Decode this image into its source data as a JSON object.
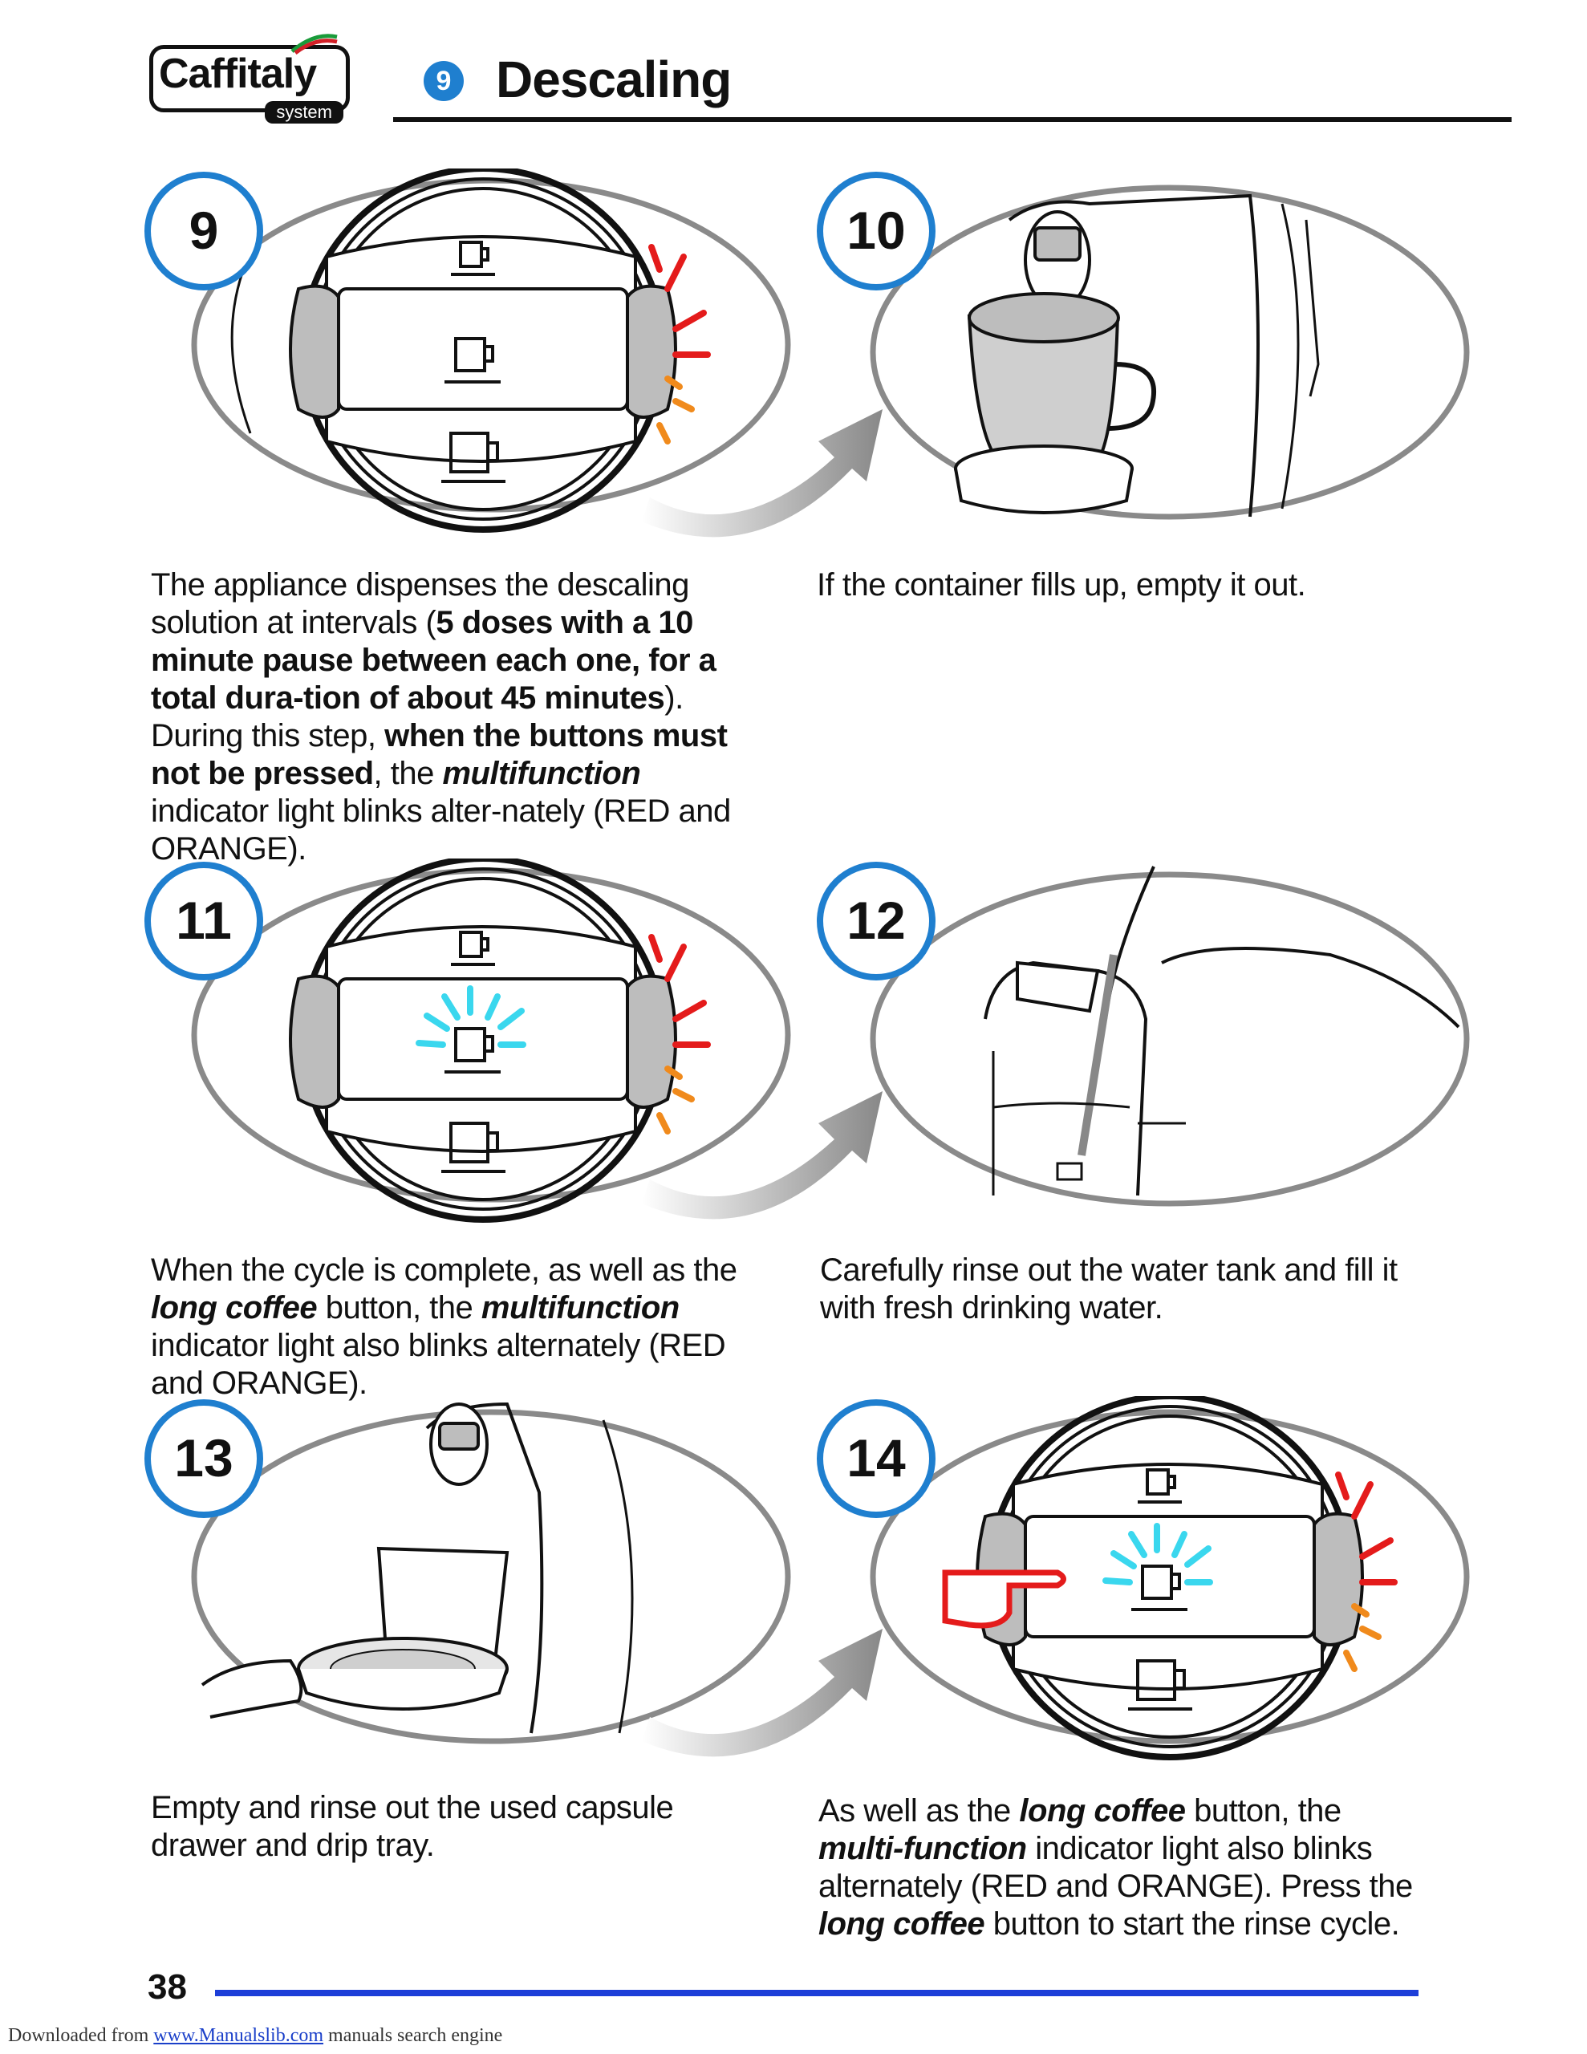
{
  "header": {
    "logo_text": "Caffitaly",
    "logo_sub": "system",
    "section_number": "9",
    "section_title": "Descaling"
  },
  "steps": [
    {
      "number": "9",
      "illustration": "control-panel-buttons"
    },
    {
      "number": "10",
      "illustration": "machine-with-cup"
    },
    {
      "number": "11",
      "illustration": "control-panel-blinking"
    },
    {
      "number": "12",
      "illustration": "water-tank-filling"
    },
    {
      "number": "13",
      "illustration": "capsule-drawer-removal"
    },
    {
      "number": "14",
      "illustration": "control-panel-press-button"
    }
  ],
  "texts": {
    "t9": {
      "p1": "The appliance dispenses the descaling solution at intervals (",
      "b1": "5 doses with a 10 minute pause between each one, for a total dura-tion of about 45 minutes",
      "p2": "). During this step, ",
      "b2": "when the buttons must not be pressed",
      "p3": ", the ",
      "bi1": "multifunction",
      "p4": " indicator light blinks alter-nately (RED and ORANGE)."
    },
    "t10": "If the container fills up, empty it out.",
    "t11": {
      "p1": "When the cycle is complete, as well as the ",
      "bi1": "long coffee",
      "p2": " button, the ",
      "bi2": "multifunction",
      "p3": " indicator light also blinks alternately (RED and ORANGE)."
    },
    "t12": "Carefully rinse out the water tank and fill it with fresh drinking water.",
    "t13": "Empty and rinse out the used capsule drawer and drip tray.",
    "t14": {
      "p1": "As well as the ",
      "bi1": "long coffee",
      "p2": " button, the ",
      "bi2": "multi-function",
      "p3": " indicator light also blinks alternately (RED and ORANGE). Press the ",
      "bi3": "long coffee",
      "p4": " button to start the rinse cycle."
    }
  },
  "footer": {
    "page_number": "38",
    "downloaded_prefix": "Downloaded from ",
    "link_text": "www.Manualslib.com",
    "suffix": " manuals search engine"
  },
  "colors": {
    "accent_blue": "#1f7fcf",
    "rule_blue": "#1d3ed8",
    "indicator_red": "#e41b1b",
    "indicator_orange": "#f08a1c",
    "glow_cyan": "#3ad7ee"
  }
}
